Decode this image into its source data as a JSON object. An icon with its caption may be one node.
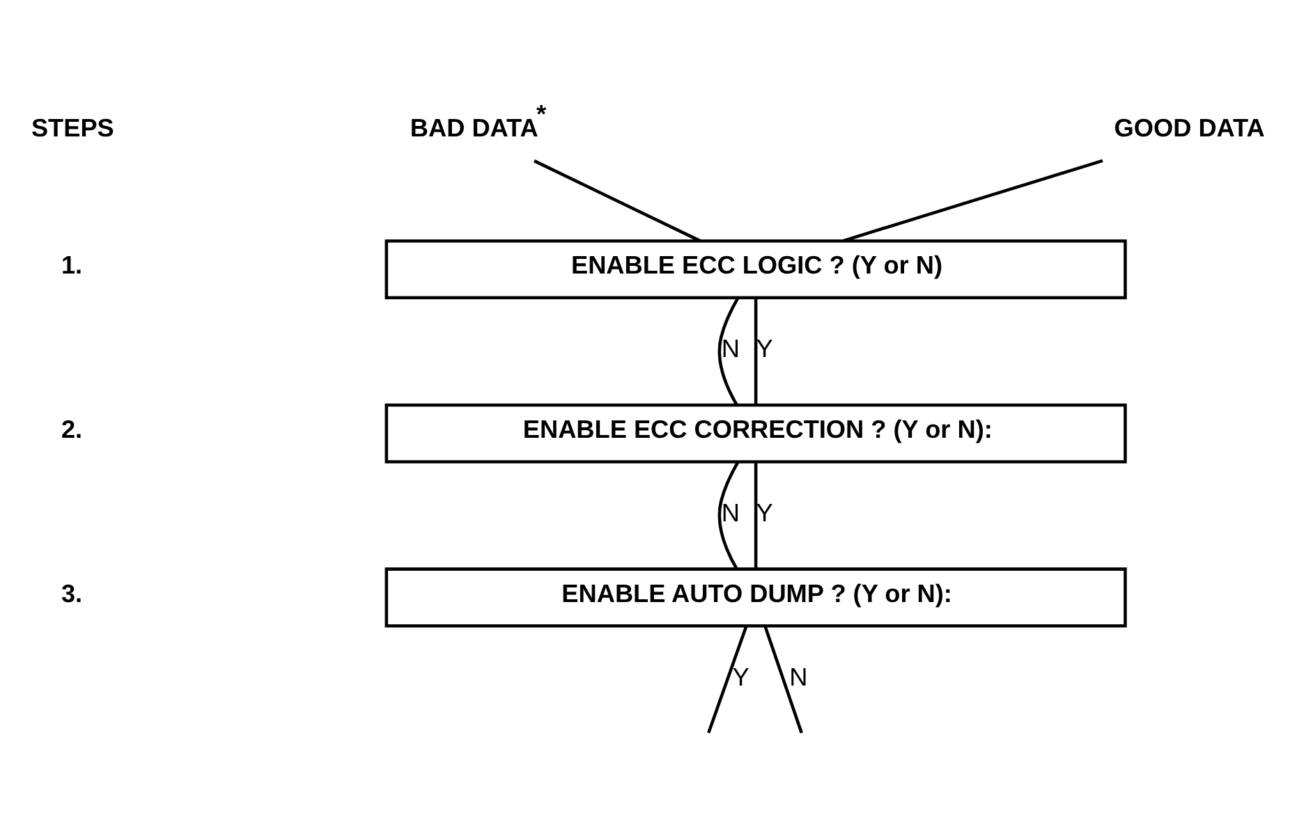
{
  "diagram": {
    "nodes": [
      {
        "text": [
          "BAD DATA$^{*}$"
        ]
      },
      {
        "text": [
          "GOOD DATA"
        ]
      },
      {
        "text": [
          "ENABLE ECC LOGIC ? (Y or N)"
        ]
      },
      {
        "text": [
          "ENABLE ECC CORRECTION ? (Y or N):"
        ]
      },
      {
        "text": [
          "ENABLE AUTO DUMP ? (Y or N):"
        ]
      }
    ],
    "edges": [
      {
        "from": 0,
        "to": 2,
        "arrow": "none"
      },
      {
        "from": 1,
        "to": 2,
        "arrow": "none"
      },
      {
        "from": 2,
        "to": 3,
        "arrow": "none",
        "label": "Y"
      },
      {
        "from": 2,
        "to": 3,
        "arrow": "none",
        "label": "N"
      },
      {
        "from": 3,
        "to": 4,
        "arrow": "none",
        "label": "Y"
      },
      {
        "from": 3,
        "to": 4,
        "arrow": "none",
        "label": "N"
      },
      {
        "from": 4,
        "to": null,
        "arrow": "none",
        "label": "Y"
      },
      {
        "from": 4,
        "to": null,
        "arrow": "none",
        "label": "N"
      }
    ],
    "labels": [
      "STEPS",
      "1.",
      "2.",
      "3."
    ]
  }
}
